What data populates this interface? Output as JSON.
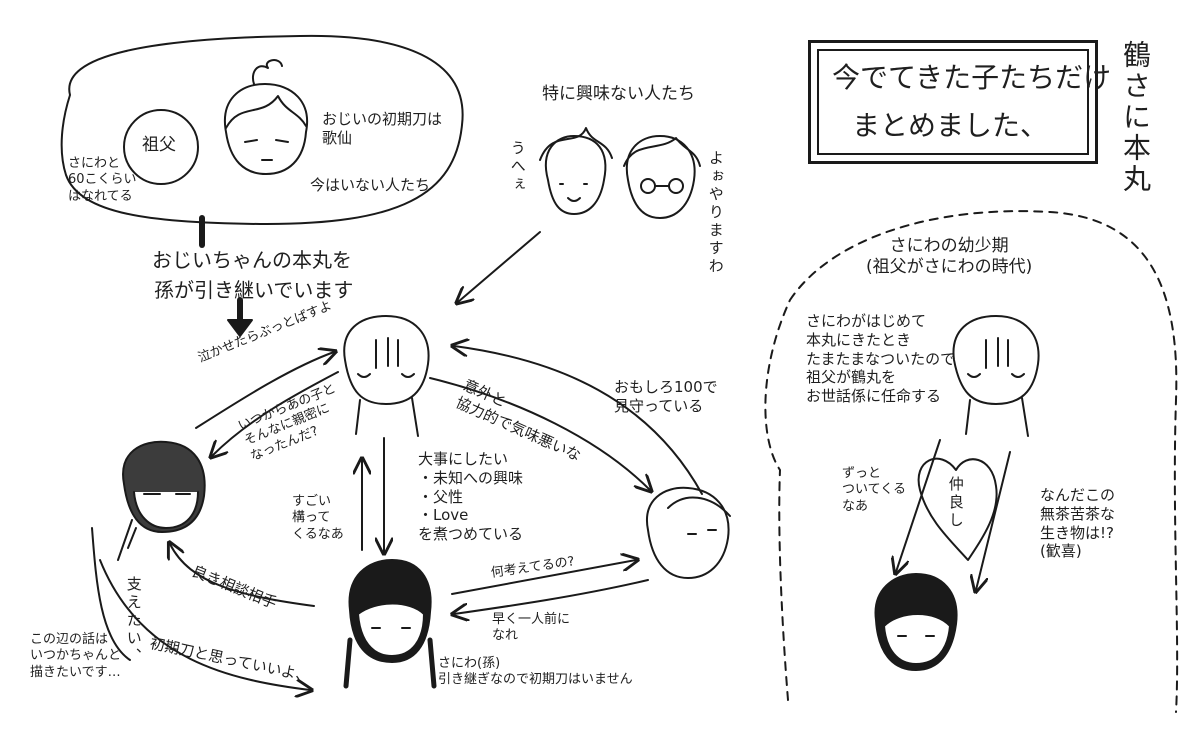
{
  "title": {
    "line1": "今でてきた子たちだけ",
    "line2": "まとめました、",
    "side": "鶴さに本丸"
  },
  "top_left_bubble": {
    "grandfather": "祖父",
    "first_sword": "おじいの初期刀は\n歌仙",
    "gone": "今はいない人たち",
    "age_gap": "さにわと\n60こくらい\nはなれてる"
  },
  "inheritance": {
    "line1": "おじいちゃんの本丸を",
    "line2": "孫が引き継いでいます"
  },
  "uninterested": {
    "heading": "特に興味ない人たち",
    "left_voice": "うへぇ",
    "right_voice": "よぉやりますわ"
  },
  "relations": {
    "crying": "泣かせたらぶっとばすよ",
    "since_when": "いつからあの子と\nそんなに親密に\nなったんだ?",
    "surprising": "意外と\n協力的で気味悪いな",
    "watching": "おもしろ100で\n見守っている",
    "cherish": "大事にしたい\n・未知への興味\n・父性\n・Love\nを煮つめている",
    "clingy": "すごい\n構って\nくるなあ",
    "advisor": "良き相談相手",
    "support": "支えたい、",
    "first_sword_think": "初期刀と思っていいよ、",
    "what_thinking": "何考えてるの?",
    "grow_up": "早く一人前に\nなれ",
    "later_note": "この辺の話は\nいつかちゃんと\n描きたいです…",
    "saniwa": "さにわ(孫)\n引き継ぎなので初期刀はいません"
  },
  "childhood": {
    "heading": "さにわの幼少期\n(祖父がさにわの時代)",
    "story": "さにわがはじめて\n本丸にきたとき\nたまたまなついたので\n祖父が鶴丸を\nお世話係に任命する",
    "always": "ずっと\nついてくる\nなあ",
    "friends": "仲良し",
    "odd_creature": "なんだこの\n無茶苦茶な\n生き物は!?\n(歓喜)"
  }
}
